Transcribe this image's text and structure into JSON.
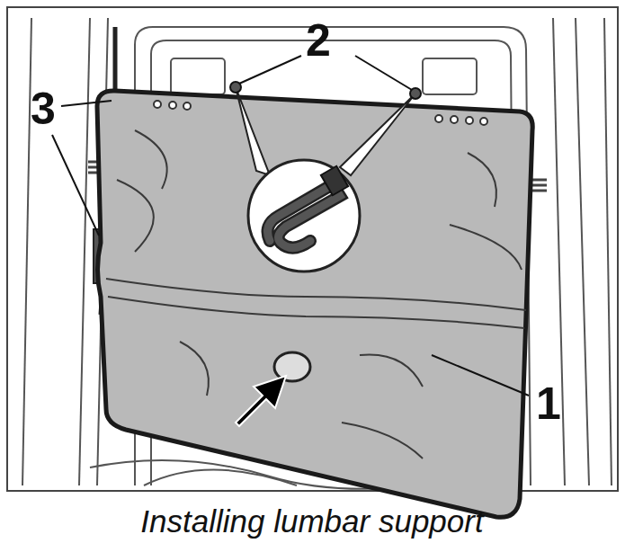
{
  "diagram": {
    "caption": "Installing lumbar support",
    "labels": [
      "2",
      "3",
      "1"
    ]
  }
}
